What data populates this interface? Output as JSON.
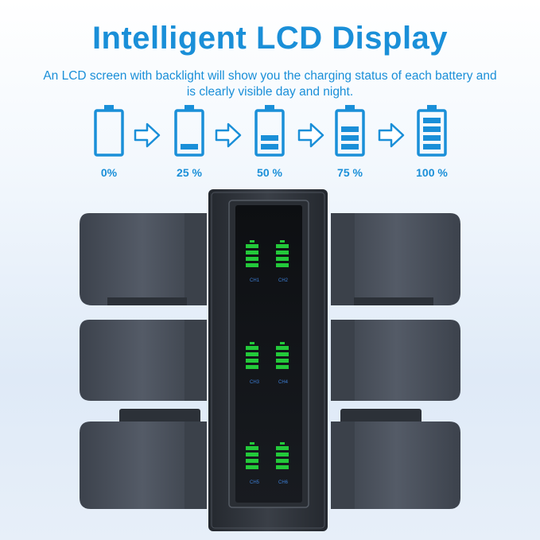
{
  "header": {
    "title": "Intelligent LCD Display",
    "subtitle_line1": "An LCD screen with backlight will show you the charging status of each battery and",
    "subtitle_line2": "is clearly visible day and night."
  },
  "levels": [
    {
      "label": "0%",
      "bars": 0
    },
    {
      "label": "25 %",
      "bars": 1
    },
    {
      "label": "50 %",
      "bars": 2
    },
    {
      "label": "75 %",
      "bars": 3
    },
    {
      "label": "100 %",
      "bars": 4
    }
  ],
  "channels": [
    {
      "label": "CH1",
      "bars": 4
    },
    {
      "label": "CH2",
      "bars": 4
    },
    {
      "label": "CH3",
      "bars": 4
    },
    {
      "label": "CH4",
      "bars": 4
    },
    {
      "label": "CH5",
      "bars": 4
    },
    {
      "label": "CH6",
      "bars": 4
    }
  ],
  "colors": {
    "accent": "#1a8fd8",
    "lcd_green": "#23c93a",
    "lcd_label": "#3d7fd6",
    "battery_body": "#4a515d",
    "charger_body": "#2f343c"
  }
}
